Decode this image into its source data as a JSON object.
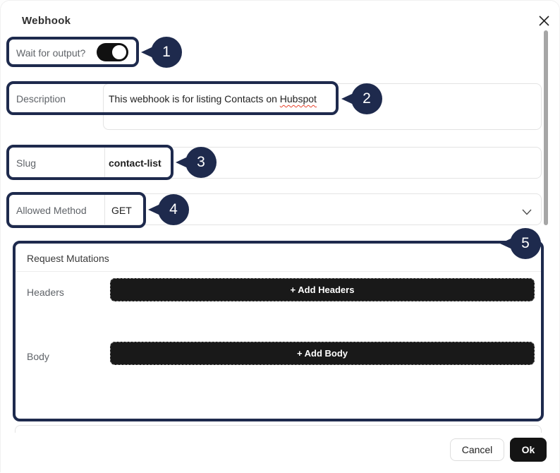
{
  "dialog": {
    "title": "Webhook"
  },
  "fields": {
    "wait_for_output": {
      "label": "Wait for output?",
      "state": "on"
    },
    "description": {
      "label": "Description",
      "value": "This webhook is for listing Contacts on Hubspot",
      "value_prefix": "This webhook is for listing Contacts on ",
      "misspelled_word": "Hubspot"
    },
    "slug": {
      "label": "Slug",
      "value": "contact-list"
    },
    "allowed_method": {
      "label": "Allowed Method",
      "value": "GET"
    }
  },
  "request_mutations": {
    "title": "Request Mutations",
    "headers": {
      "label": "Headers",
      "button_label": "+ Add Headers"
    },
    "body": {
      "label": "Body",
      "button_label": "+ Add Body"
    }
  },
  "footer": {
    "cancel_label": "Cancel",
    "ok_label": "Ok"
  },
  "annotations": {
    "n1": "1",
    "n2": "2",
    "n3": "3",
    "n4": "4",
    "n5": "5"
  },
  "colors": {
    "annotation_navy": "#1e2a4d",
    "button_black": "#191919",
    "spellcheck_underline_red": "#e8432d",
    "scrollbar_gray": "#a6a6a6"
  }
}
